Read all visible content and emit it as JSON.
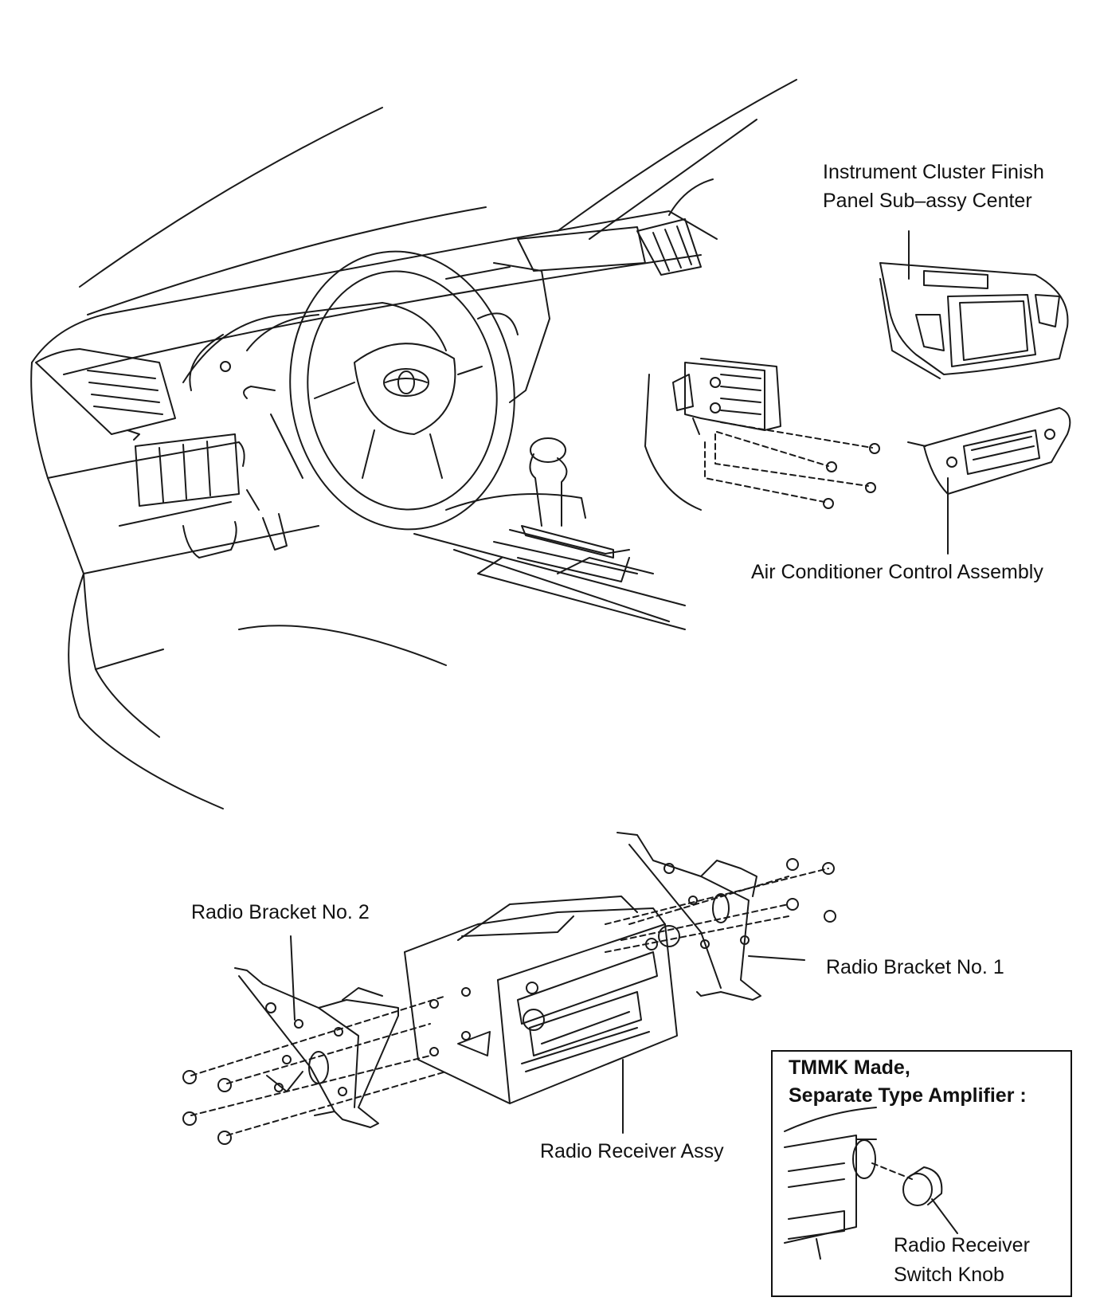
{
  "labels": {
    "instrument_cluster_line1": "Instrument Cluster Finish",
    "instrument_cluster_line2": "Panel Sub–assy Center",
    "air_conditioner": "Air Conditioner Control Assembly",
    "radio_bracket_2": "Radio Bracket No. 2",
    "radio_bracket_1": "Radio Bracket No. 1",
    "radio_receiver": "Radio Receiver Assy",
    "inset_title_line1": "TMMK Made,",
    "inset_title_line2": "Separate Type Amplifier :",
    "knob_line1": "Radio Receiver",
    "knob_line2": "Switch Knob"
  },
  "colors": {
    "line": "#1a1a1a",
    "background": "#ffffff"
  }
}
